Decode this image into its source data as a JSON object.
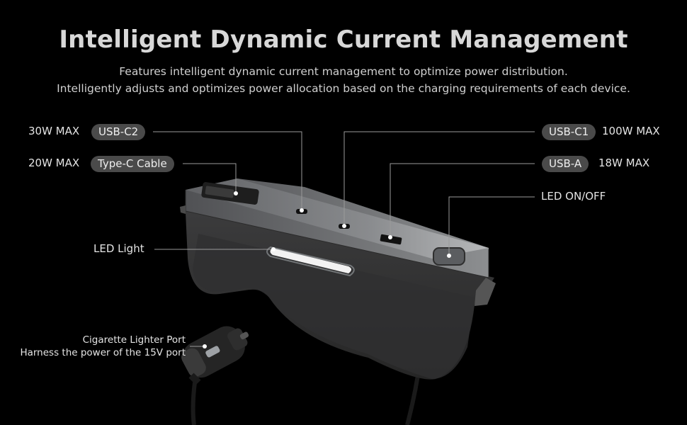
{
  "heading": {
    "title": "Intelligent Dynamic Current Management",
    "line1": "Features intelligent dynamic current management to optimize power distribution.",
    "line2": "Intelligently adjusts and optimizes power allocation based on the charging requirements of each device."
  },
  "callouts": {
    "usb_c2": {
      "power": "30W MAX",
      "port": "USB-C2"
    },
    "type_c_cable": {
      "power": "20W MAX",
      "port": "Type-C Cable"
    },
    "usb_c1": {
      "port": "USB-C1",
      "power": "100W MAX"
    },
    "usb_a": {
      "port": "USB-A",
      "power": "18W MAX"
    },
    "led_switch": {
      "label": "LED ON/OFF"
    },
    "led_light": {
      "label": "LED Light"
    },
    "cigarette": {
      "line1": "Cigarette Lighter Port",
      "line2": "Harness the power of the 15V port"
    }
  },
  "colors": {
    "background": "#000000",
    "pill": "#4a4a4a",
    "leader_line": "#9a9a9a",
    "device_top": "#8a8c8f",
    "device_body": "#3a3a3a"
  }
}
